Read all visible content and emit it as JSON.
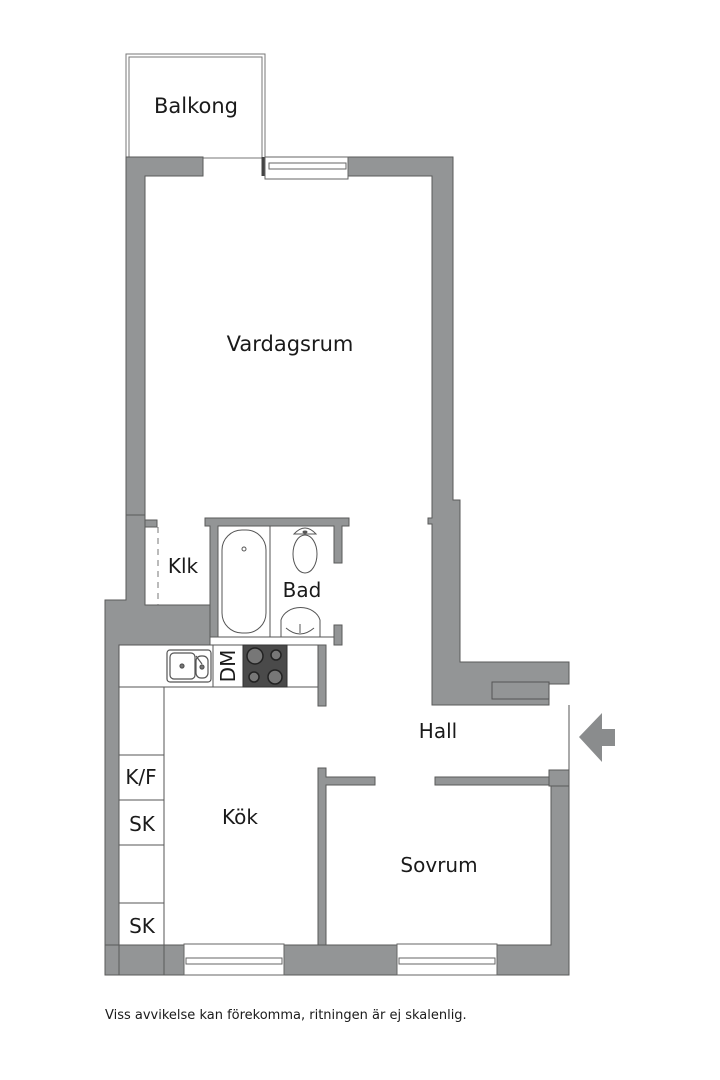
{
  "rooms": {
    "balkong": "Balkong",
    "vardagsrum": "Vardagsrum",
    "klk": "Klk",
    "bad": "Bad",
    "kok": "Kök",
    "hall": "Hall",
    "sovrum": "Sovrum"
  },
  "fixtures": {
    "dm": "DM",
    "kf": "K/F",
    "sk1": "SK",
    "sk2": "SK"
  },
  "disclaimer": "Viss avvikelse kan förekomma, ritningen är ej skalenlig.",
  "colors": {
    "wall": "#939596",
    "wall_stroke": "#555555",
    "stove": "#4a4a4a",
    "line": "#555555"
  }
}
